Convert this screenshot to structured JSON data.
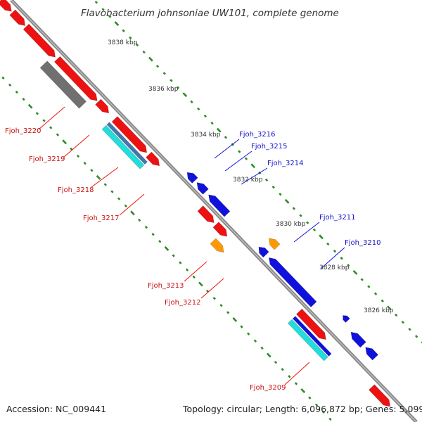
{
  "title": "Flavobacterium johnsoniae UW101, complete genome",
  "footer": {
    "accession": "Accession: NC_009441",
    "summary": "Topology: circular; Length: 6,096,872 bp; Genes: 5,099"
  },
  "colors": {
    "backbone": "#8a8a8a",
    "tick_dots": "#2e8b22",
    "forward_strand": "#ee1111",
    "reverse_strand": "#1111dd",
    "pseudo_gray": "#707070",
    "rna_cyan": "#22dddd",
    "misc_orange": "#ff9900",
    "steel": "#4477aa"
  },
  "scale_labels": [
    "3838 kbp",
    "3836 kbp",
    "3834 kbp",
    "3832 kbp",
    "3830 kbp",
    "3828 kbp",
    "3826 kbp"
  ],
  "gene_labels": [
    {
      "text": "Fjoh_3220",
      "strand": "forward"
    },
    {
      "text": "Fjoh_3219",
      "strand": "forward"
    },
    {
      "text": "Fjoh_3218",
      "strand": "forward"
    },
    {
      "text": "Fjoh_3217",
      "strand": "forward"
    },
    {
      "text": "Fjoh_3216",
      "strand": "reverse"
    },
    {
      "text": "Fjoh_3215",
      "strand": "reverse"
    },
    {
      "text": "Fjoh_3214",
      "strand": "reverse"
    },
    {
      "text": "Fjoh_3213",
      "strand": "forward"
    },
    {
      "text": "Fjoh_3212",
      "strand": "forward"
    },
    {
      "text": "Fjoh_3211",
      "strand": "reverse"
    },
    {
      "text": "Fjoh_3210",
      "strand": "reverse"
    },
    {
      "text": "Fjoh_3209",
      "strand": "forward"
    }
  ]
}
